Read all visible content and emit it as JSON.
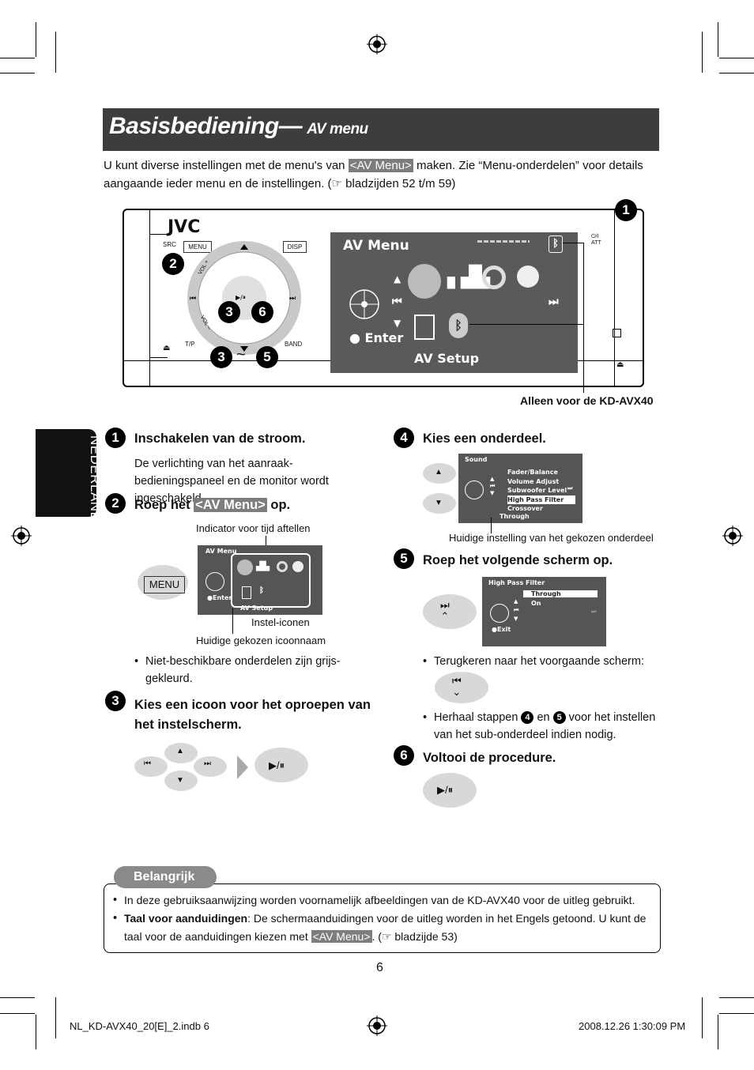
{
  "title": {
    "main": "Basisbediening—",
    "sub": "AV menu"
  },
  "intro": {
    "part1": "U kunt diverse instellingen met de menu's van ",
    "highlight": "<AV Menu>",
    "part2": " maken. Zie “Menu-onderdelen” voor details aangaande ieder menu en de instellingen. (☞ bladzijden 52 t/m 59)"
  },
  "side_tab": "NEDERLANDS",
  "device": {
    "brand": "JVC",
    "labels": {
      "src": "SRC",
      "menu": "MENU",
      "disp": "DISP",
      "tp": "T/P",
      "band": "BAND",
      "vol_plus": "VOL +",
      "vol_minus": "VOL –",
      "att": "⏻/I ATT",
      "tilde": "~"
    },
    "screen": {
      "title": "AV Menu",
      "enter": "Enter",
      "setup": "AV Setup"
    },
    "callout_numbers": [
      "1",
      "2",
      "3",
      "6",
      "3",
      "5"
    ],
    "note": "Alleen voor de KD-AVX40"
  },
  "steps": [
    {
      "num": "1",
      "title": "Inschakelen van de stroom.",
      "text": "De verlichting van het aanraak-bedieningspaneel en de monitor wordt ingeschakeld."
    },
    {
      "num": "2",
      "title_pre": "Roep het ",
      "title_hl": "<AV Menu>",
      "title_post": " op.",
      "label_top": "Indicator voor tijd aftellen",
      "label_mid": "Instel-iconen",
      "label_bottom": "Huidige gekozen icoonnaam",
      "button": "MENU",
      "screen_title": "AV Menu",
      "screen_enter": "Enter",
      "screen_setup": "AV Setup",
      "bullet": "Niet-beschikbare onderdelen zijn grijs-gekleurd."
    },
    {
      "num": "3",
      "title": "Kies een icoon voor het oproepen van het instelscherm."
    },
    {
      "num": "4",
      "title": "Kies een onderdeel.",
      "screen_title": "Sound",
      "items": [
        "Fader/Balance",
        "Volume Adjust",
        "Subwoofer Level",
        "High Pass Filter",
        "Crossover"
      ],
      "current": "Through",
      "caption": "Huidige instelling van het gekozen onderdeel"
    },
    {
      "num": "5",
      "title": "Roep het volgende scherm op.",
      "screen_title": "High Pass Filter",
      "options": [
        "Through",
        "On"
      ],
      "exit": "Exit",
      "bullet1": "Terugkeren naar het voorgaande scherm:",
      "bullet2_pre": "Herhaal stappen ",
      "bullet2_n1": "4",
      "bullet2_mid": " en ",
      "bullet2_n2": "5",
      "bullet2_post": " voor het instellen van het sub-onderdeel indien nodig."
    },
    {
      "num": "6",
      "title": "Voltooi de procedure."
    }
  ],
  "important": {
    "tab": "Belangrijk",
    "line1": "In deze gebruiksaanwijzing worden voornamelijk afbeeldingen van de KD-AVX40 voor de uitleg gebruikt.",
    "line2_bold": "Taal voor aanduidingen",
    "line2_rest": ": De schermaanduidingen voor de uitleg worden in het Engels getoond. U kunt de taal voor de aanduidingen kiezen met ",
    "line2_hl": "<AV Menu>",
    "line2_end": ". (☞ bladzijde 53)"
  },
  "page_number": "6",
  "footer": {
    "left": "NL_KD-AVX40_20[E]_2.indb   6",
    "right": "2008.12.26   1:30:09 PM"
  }
}
